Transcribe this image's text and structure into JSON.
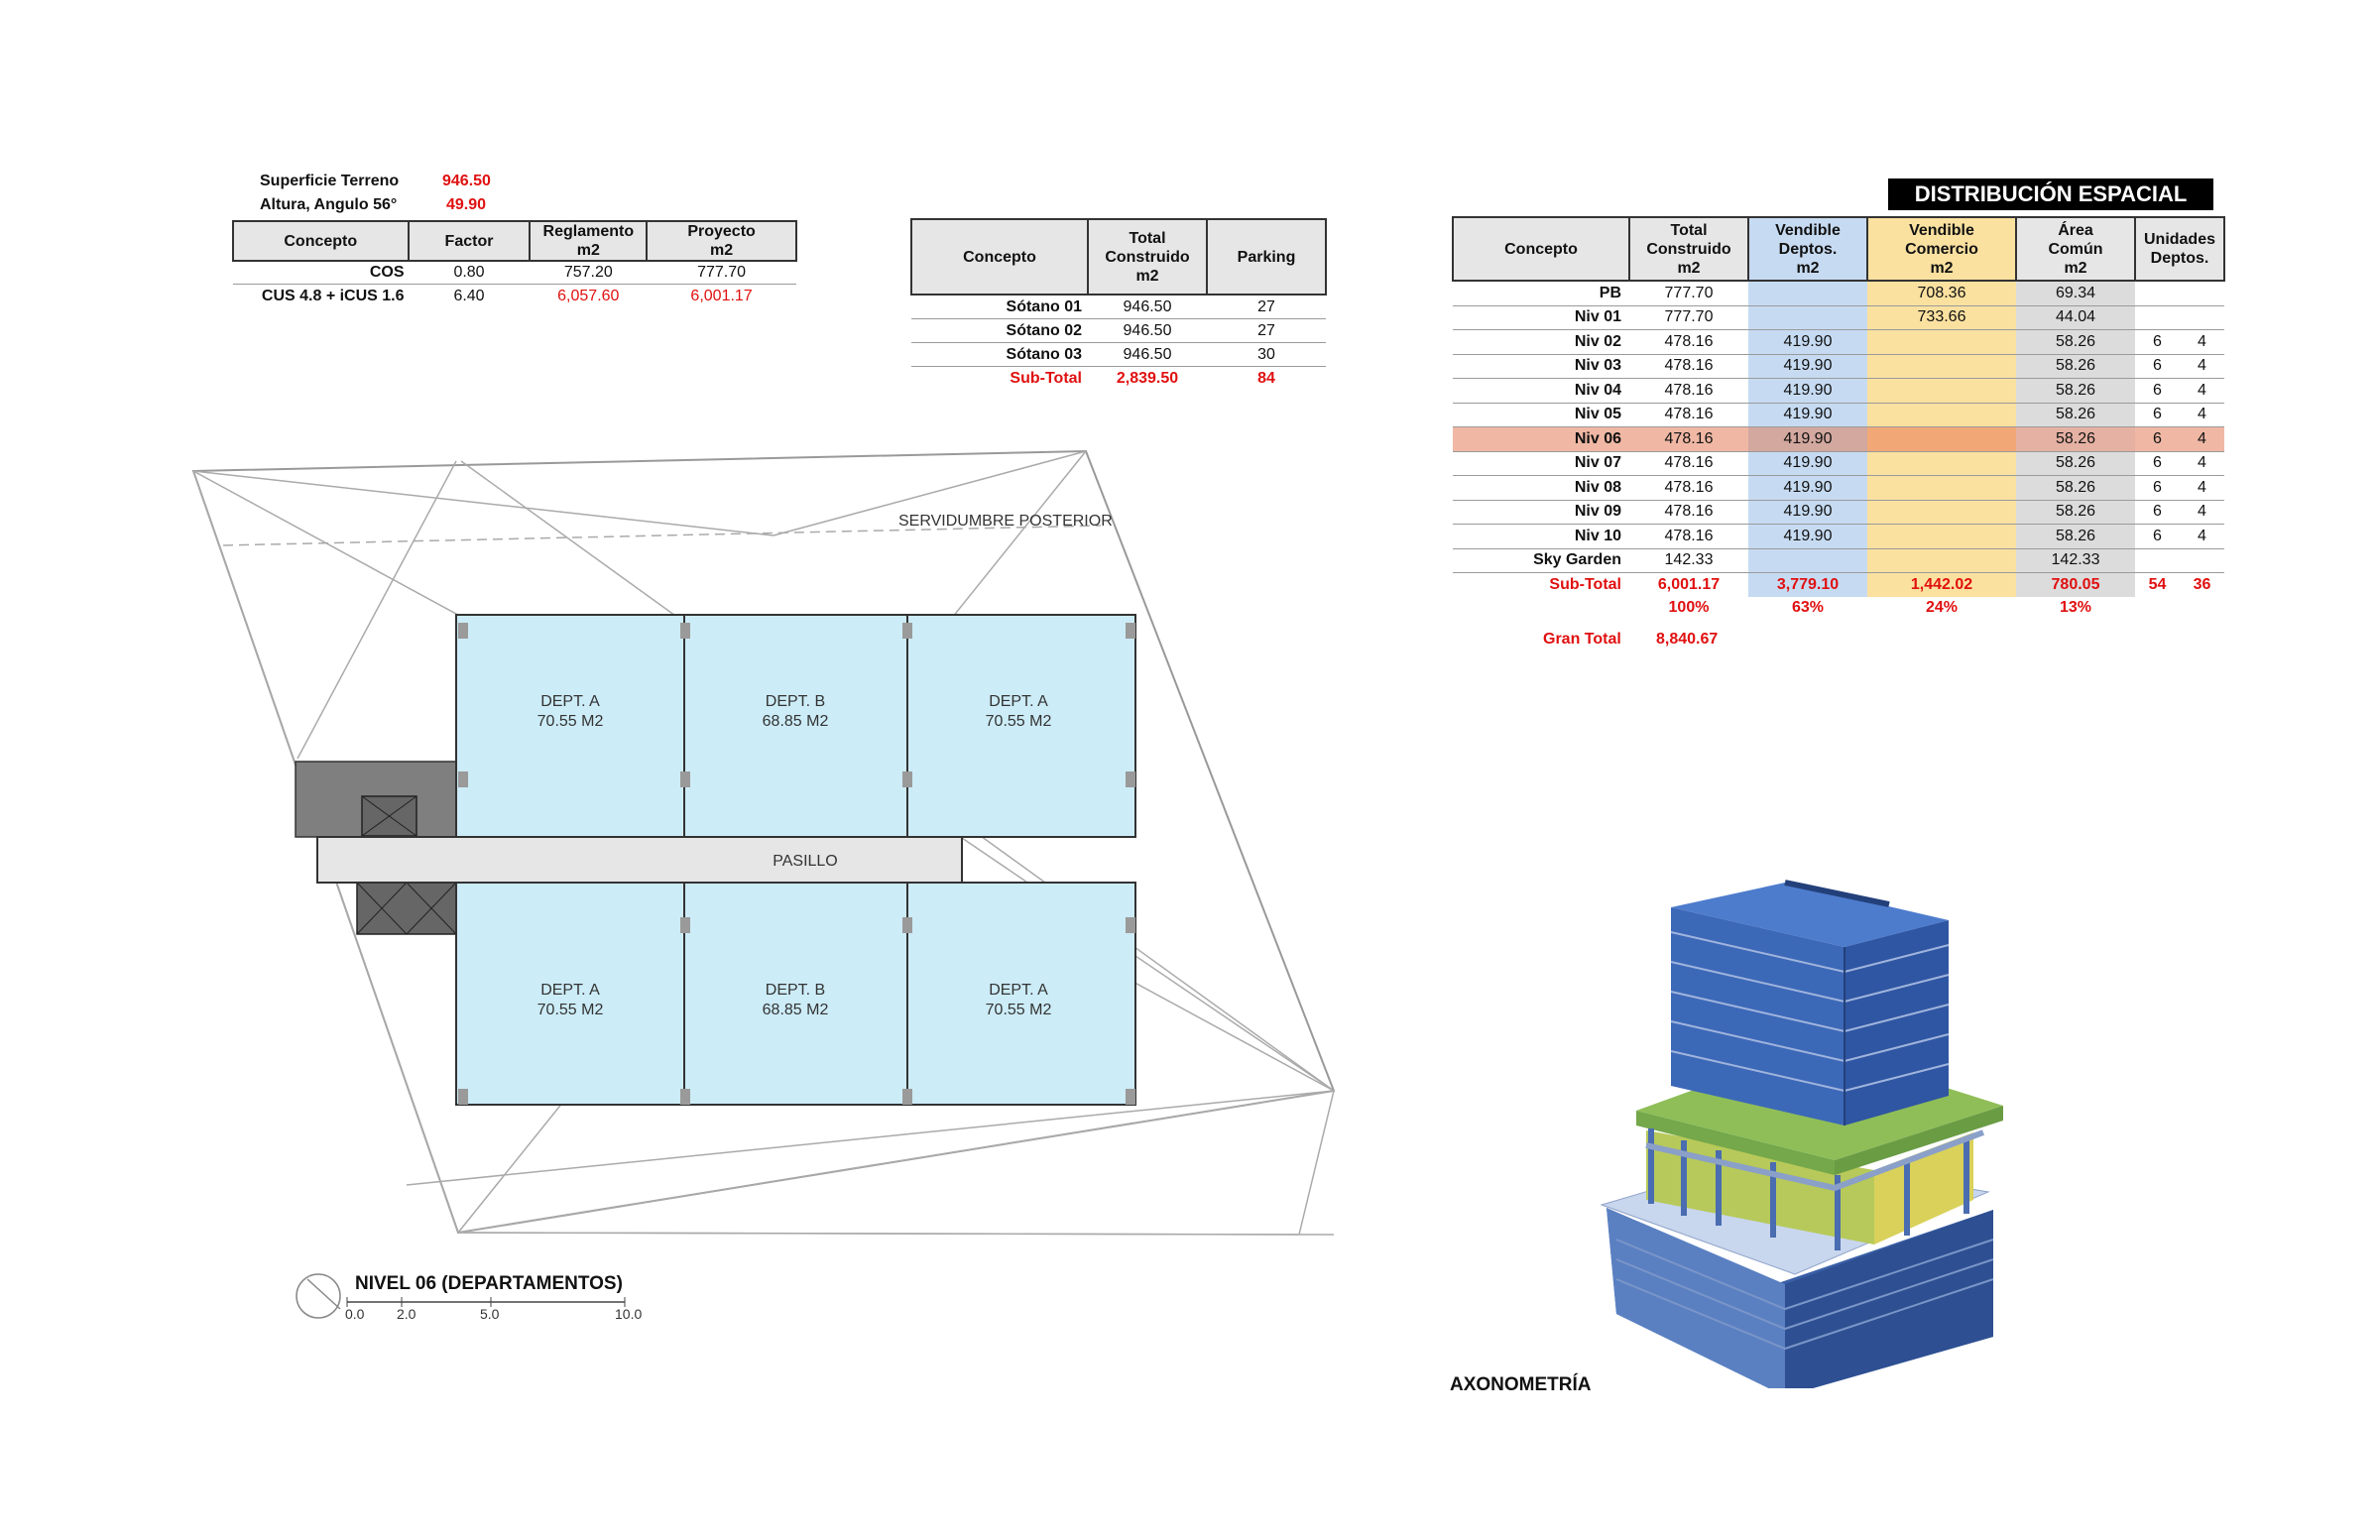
{
  "site": {
    "superficie_label": "Superficie Terreno",
    "superficie_value": "946.50",
    "altura_label": "Altura, Angulo 56°",
    "altura_value": "49.90"
  },
  "summary_table": {
    "headers": [
      "Concepto",
      "Factor",
      "Reglamento\nm2",
      "Proyecto\nm2"
    ],
    "rows": [
      {
        "concepto": "COS",
        "factor": "0.80",
        "reglamento": "757.20",
        "proyecto": "777.70"
      },
      {
        "concepto": "CUS 4.8 + iCUS 1.6",
        "factor": "6.40",
        "reglamento": "6,057.60",
        "proyecto": "6,001.17"
      }
    ]
  },
  "parking_table": {
    "headers": [
      "Concepto",
      "Total\nConstruido\nm2",
      "Parking"
    ],
    "rows": [
      {
        "concepto": "Sótano 01",
        "total": "946.50",
        "parking": "27"
      },
      {
        "concepto": "Sótano 02",
        "total": "946.50",
        "parking": "27"
      },
      {
        "concepto": "Sótano 03",
        "total": "946.50",
        "parking": "30"
      }
    ],
    "subtotal": {
      "concepto": "Sub-Total",
      "total": "2,839.50",
      "parking": "84"
    }
  },
  "distribution": {
    "title": "DISTRIBUCIÓN ESPACIAL",
    "headers": [
      "Concepto",
      "Total\nConstruido\nm2",
      "Vendible\nDeptos.\nm2",
      "Vendible\nComercio\nm2",
      "Área\nComún\nm2",
      "Unidades\nDeptos."
    ],
    "rows": [
      {
        "concepto": "PB",
        "total": "777.70",
        "deptos": "",
        "comercio": "708.36",
        "comun": "69.34",
        "u1": "",
        "u2": ""
      },
      {
        "concepto": "Niv 01",
        "total": "777.70",
        "deptos": "",
        "comercio": "733.66",
        "comun": "44.04",
        "u1": "",
        "u2": ""
      },
      {
        "concepto": "Niv 02",
        "total": "478.16",
        "deptos": "419.90",
        "comercio": "",
        "comun": "58.26",
        "u1": "6",
        "u2": "4"
      },
      {
        "concepto": "Niv 03",
        "total": "478.16",
        "deptos": "419.90",
        "comercio": "",
        "comun": "58.26",
        "u1": "6",
        "u2": "4"
      },
      {
        "concepto": "Niv 04",
        "total": "478.16",
        "deptos": "419.90",
        "comercio": "",
        "comun": "58.26",
        "u1": "6",
        "u2": "4"
      },
      {
        "concepto": "Niv 05",
        "total": "478.16",
        "deptos": "419.90",
        "comercio": "",
        "comun": "58.26",
        "u1": "6",
        "u2": "4"
      },
      {
        "concepto": "Niv 06",
        "total": "478.16",
        "deptos": "419.90",
        "comercio": "",
        "comun": "58.26",
        "u1": "6",
        "u2": "4"
      },
      {
        "concepto": "Niv 07",
        "total": "478.16",
        "deptos": "419.90",
        "comercio": "",
        "comun": "58.26",
        "u1": "6",
        "u2": "4"
      },
      {
        "concepto": "Niv 08",
        "total": "478.16",
        "deptos": "419.90",
        "comercio": "",
        "comun": "58.26",
        "u1": "6",
        "u2": "4"
      },
      {
        "concepto": "Niv 09",
        "total": "478.16",
        "deptos": "419.90",
        "comercio": "",
        "comun": "58.26",
        "u1": "6",
        "u2": "4"
      },
      {
        "concepto": "Niv 10",
        "total": "478.16",
        "deptos": "419.90",
        "comercio": "",
        "comun": "58.26",
        "u1": "6",
        "u2": "4"
      },
      {
        "concepto": "Sky Garden",
        "total": "142.33",
        "deptos": "",
        "comercio": "",
        "comun": "142.33",
        "u1": "",
        "u2": ""
      }
    ],
    "highlight_row": "Niv 06",
    "subtotal": {
      "concepto": "Sub-Total",
      "total": "6,001.17",
      "deptos": "3,779.10",
      "comercio": "1,442.02",
      "comun": "780.05",
      "u1": "54",
      "u2": "36"
    },
    "percent": {
      "total": "100%",
      "deptos": "63%",
      "comercio": "24%",
      "comun": "13%"
    },
    "gran_total": {
      "label": "Gran Total",
      "value": "8,840.67"
    }
  },
  "plan": {
    "servidumbre": "SERVIDUMBRE POSTERIOR",
    "pasillo": "PASILLO",
    "units_top": [
      {
        "name": "DEPT. A",
        "area": "70.55 M2"
      },
      {
        "name": "DEPT. B",
        "area": "68.85 M2"
      },
      {
        "name": "DEPT. A",
        "area": "70.55 M2"
      }
    ],
    "units_bottom": [
      {
        "name": "DEPT. A",
        "area": "70.55 M2"
      },
      {
        "name": "DEPT. B",
        "area": "68.85 M2"
      },
      {
        "name": "DEPT. A",
        "area": "70.55 M2"
      }
    ],
    "title": "NIVEL 06 (DEPARTAMENTOS)",
    "scale": [
      "0.0",
      "2.0",
      "5.0",
      "10.0"
    ]
  },
  "axonometria_label": "AXONOMETRÍA",
  "colors": {
    "red": "#e01010",
    "blue": "#c6dbf2",
    "yellow": "#fbe1a0",
    "grey": "#dcdcdc",
    "highlight": "#f0b8a4",
    "dept_fill": "#ccecf7",
    "building_blue": "#3d6ab5",
    "building_green": "#9ec65a"
  }
}
